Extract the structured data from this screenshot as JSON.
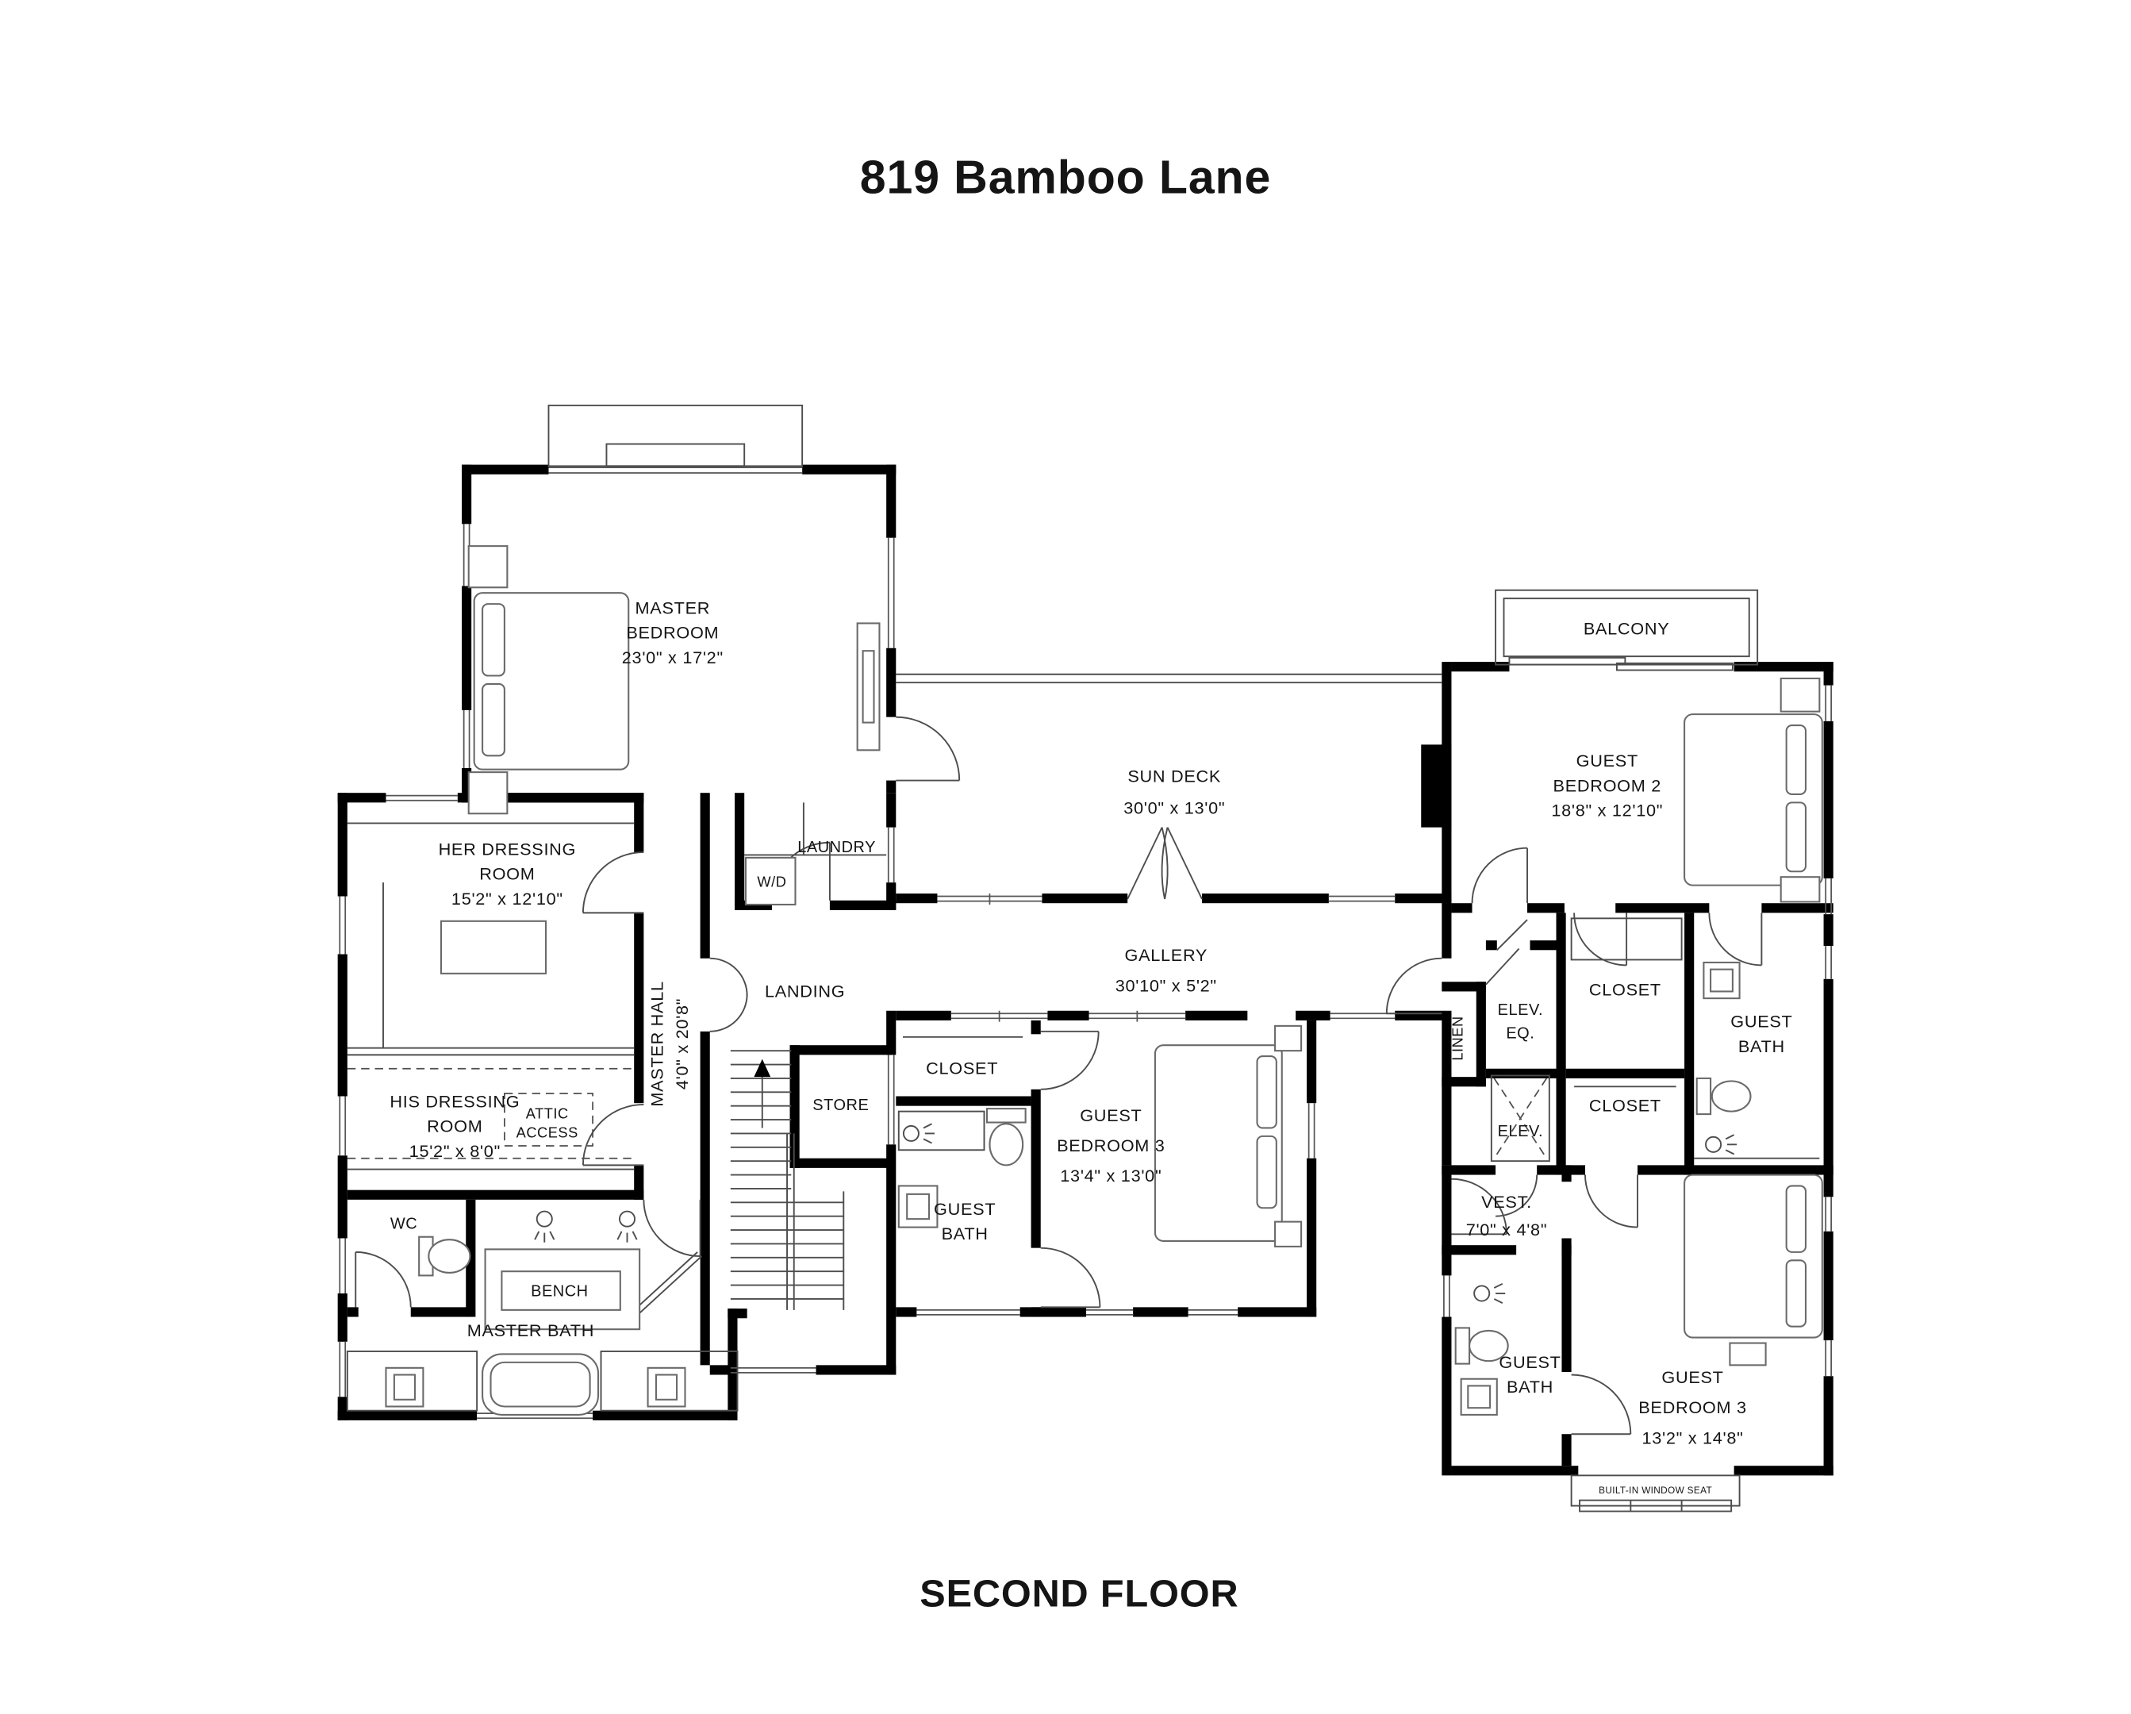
{
  "title": "819 Bamboo Lane",
  "floor_label": "SECOND FLOOR",
  "rooms": {
    "master_bedroom": {
      "l1": "MASTER",
      "l2": "BEDROOM",
      "l3": "23'0\" x 17'2\""
    },
    "her_dressing": {
      "l1": "HER DRESSING",
      "l2": "ROOM",
      "l3": "15'2\" x 12'10\""
    },
    "his_dressing": {
      "l1": "HIS DRESSING",
      "l2": "ROOM",
      "l3": "15'2\" x 8'0\""
    },
    "attic_access": {
      "l1": "ATTIC",
      "l2": "ACCESS"
    },
    "master_hall": {
      "l1": "MASTER HALL",
      "l2": "4'0\" x 20'8\""
    },
    "laundry": {
      "l1": "LAUNDRY"
    },
    "wd": {
      "l1": "W/D"
    },
    "landing": {
      "l1": "LANDING"
    },
    "wc": {
      "l1": "WC"
    },
    "bench": {
      "l1": "BENCH"
    },
    "master_bath": {
      "l1": "MASTER BATH"
    },
    "store": {
      "l1": "STORE"
    },
    "closet_center": {
      "l1": "CLOSET"
    },
    "guest_bath_center": {
      "l1": "GUEST",
      "l2": "BATH"
    },
    "guest_bedroom3_center": {
      "l1": "GUEST",
      "l2": "BEDROOM 3",
      "l3": "13'4\" x 13'0\""
    },
    "gallery": {
      "l1": "GALLERY",
      "l2": "30'10\" x 5'2\""
    },
    "sun_deck": {
      "l1": "SUN DECK",
      "l2": "30'0\" x 13'0\""
    },
    "balcony": {
      "l1": "BALCONY"
    },
    "guest_bedroom2": {
      "l1": "GUEST",
      "l2": "BEDROOM 2",
      "l3": "18'8\" x 12'10\""
    },
    "linen": {
      "l1": "LINEN"
    },
    "elev_eq": {
      "l1": "ELEV.",
      "l2": "EQ."
    },
    "elev": {
      "l1": "ELEV."
    },
    "closet_right_upper": {
      "l1": "CLOSET"
    },
    "guest_bath_right_upper": {
      "l1": "GUEST",
      "l2": "BATH"
    },
    "closet_right_lower": {
      "l1": "CLOSET"
    },
    "vest": {
      "l1": "VEST.",
      "l2": "7'0\" x 4'8\""
    },
    "guest_bath_right_lower": {
      "l1": "GUEST",
      "l2": "BATH"
    },
    "guest_bedroom3_right": {
      "l1": "GUEST",
      "l2": "BEDROOM 3",
      "l3": "13'2\" x 14'8\""
    },
    "window_seat": {
      "l1": "BUILT-IN WINDOW SEAT"
    }
  }
}
